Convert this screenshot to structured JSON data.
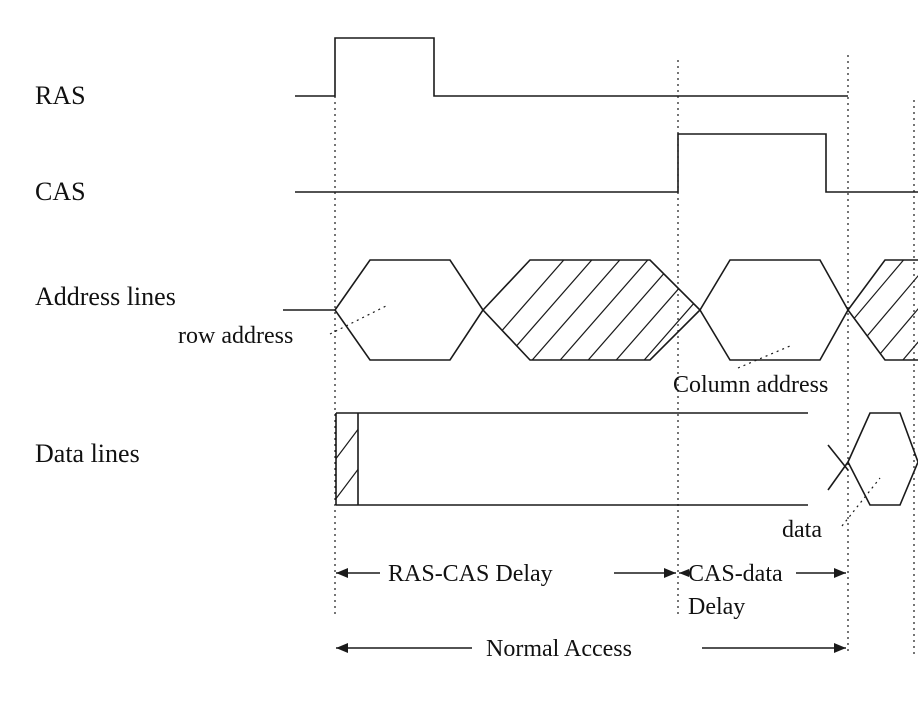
{
  "signals": {
    "ras": "RAS",
    "cas": "CAS",
    "address": "Address lines",
    "data": "Data lines"
  },
  "annotations": {
    "row_address": "row address",
    "column_address": "Column address",
    "data": "data"
  },
  "intervals": {
    "ras_cas_delay": "RAS-CAS Delay",
    "cas_data_line1": "CAS-data",
    "cas_data_line2": "Delay",
    "normal_access": "Normal Access"
  }
}
